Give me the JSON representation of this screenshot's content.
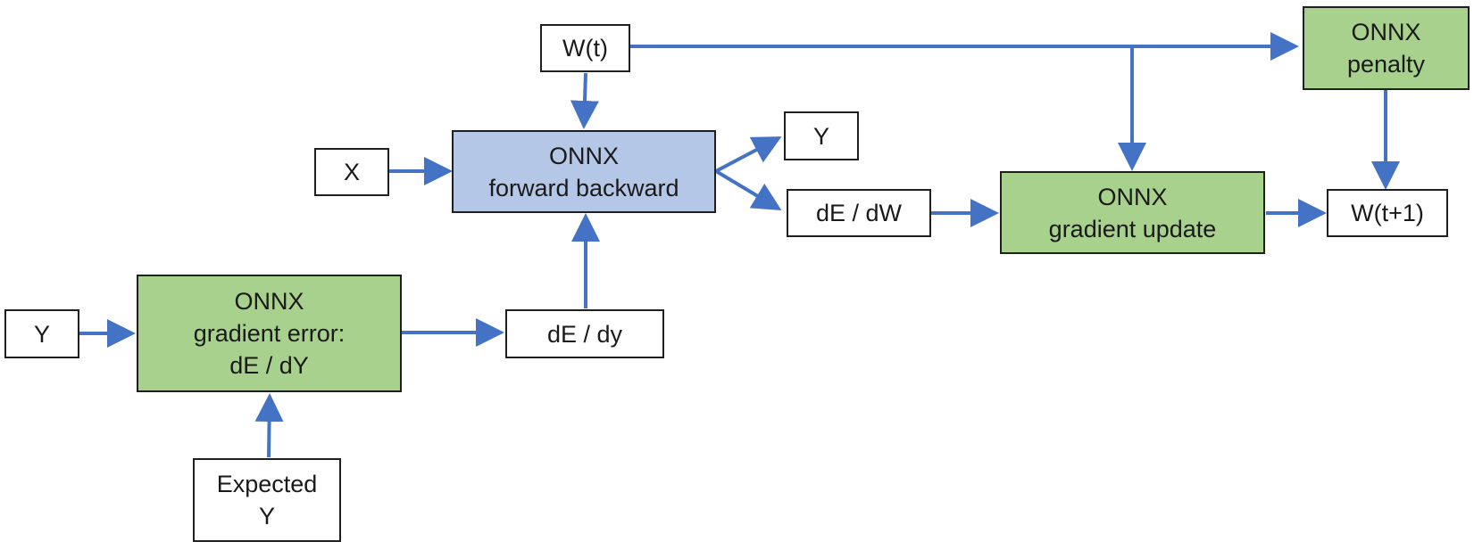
{
  "diagram": {
    "colors": {
      "arrow": "#4472c4",
      "green_fill": "#a9d18e",
      "blue_fill": "#b4c7e7",
      "border": "#1f1f1f"
    },
    "nodes": {
      "wt": {
        "lines": [
          "W(t)"
        ]
      },
      "x": {
        "lines": [
          "X"
        ]
      },
      "forward_backward": {
        "lines": [
          "ONNX",
          "forward backward"
        ]
      },
      "y_out": {
        "lines": [
          "Y"
        ]
      },
      "de_dw": {
        "lines": [
          "dE / dW"
        ]
      },
      "onnx_penalty": {
        "lines": [
          "ONNX",
          "penalty"
        ]
      },
      "gradient_update": {
        "lines": [
          "ONNX",
          "gradient update"
        ]
      },
      "wt1": {
        "lines": [
          "W(t+1)"
        ]
      },
      "y_in": {
        "lines": [
          "Y"
        ]
      },
      "gradient_error": {
        "lines": [
          "ONNX",
          "gradient error:",
          "dE / dY"
        ]
      },
      "de_dy": {
        "lines": [
          "dE / dy"
        ]
      },
      "expected_y": {
        "lines": [
          "Expected",
          "Y"
        ]
      }
    }
  }
}
